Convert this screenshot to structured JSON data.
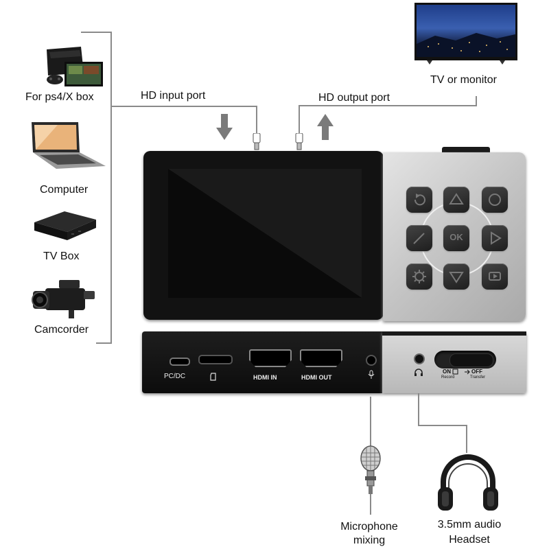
{
  "sources": [
    {
      "label": "For ps4/X box",
      "icon": "game-console-icon"
    },
    {
      "label": "Computer",
      "icon": "laptop-icon"
    },
    {
      "label": "TV Box",
      "icon": "tv-box-icon"
    },
    {
      "label": "Camcorder",
      "icon": "camcorder-icon"
    }
  ],
  "input_port_label": "HD input port",
  "output_port_label": "HD output port",
  "tv_label": "TV or monitor",
  "rear_panel": {
    "pc_dc": "PC/DC",
    "hdmi_in": "HDMI IN",
    "hdmi_out": "HDMI OUT",
    "on": "ON",
    "record": "Record",
    "off": "OFF",
    "transfer": "Transfer"
  },
  "buttons": [
    "back",
    "up",
    "menu",
    "left",
    "ok",
    "right",
    "settings",
    "down",
    "playback"
  ],
  "ok_label": "OK",
  "accessories": {
    "microphone": {
      "line1": "Microphone",
      "line2": "mixing"
    },
    "headset": {
      "line1": "3.5mm audio",
      "line2": "Headset"
    }
  },
  "colors": {
    "wire": "#8a8a8a",
    "arrow": "#7a7a7a",
    "device_black": "#111111",
    "device_silver": "#c9c9c9"
  }
}
